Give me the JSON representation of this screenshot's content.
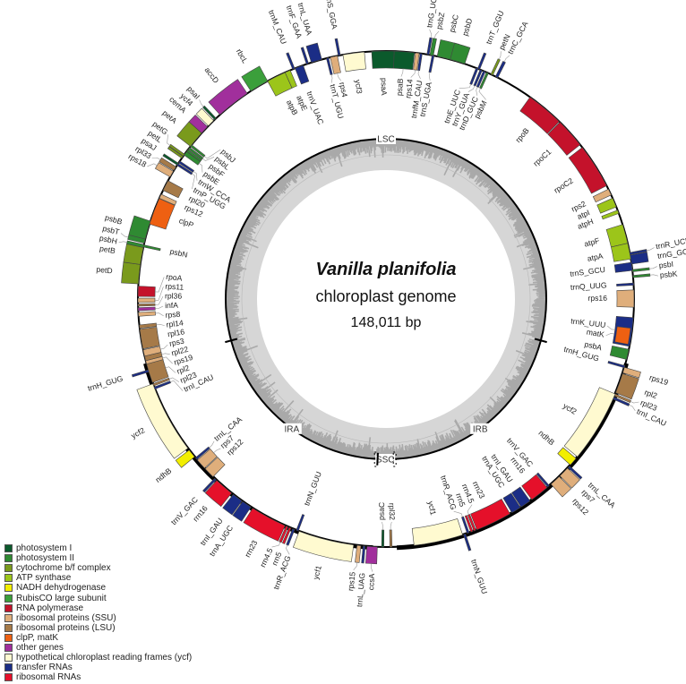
{
  "title": {
    "species": "Vanilla planifolia",
    "subtitle": "chloroplast genome",
    "size": "148,011 bp"
  },
  "genome": {
    "length_bp": 148011
  },
  "regions": [
    {
      "name": "LSC",
      "start": 104840,
      "end": 43170
    },
    {
      "name": "IRB",
      "start": 43170,
      "end": 72980
    },
    {
      "name": "SSC",
      "start": 72980,
      "end": 75240
    },
    {
      "name": "IRA",
      "start": 75240,
      "end": 104840
    }
  ],
  "groups": {
    "psi": {
      "label": "photosystem I",
      "color": "#0b5a2c"
    },
    "psii": {
      "label": "photosystem II",
      "color": "#2f8a32"
    },
    "cyt": {
      "label": "cytochrome b/f complex",
      "color": "#7a9a1c"
    },
    "atp": {
      "label": "ATP synthase",
      "color": "#9cc51a"
    },
    "ndh": {
      "label": "NADH dehydrogenase",
      "color": "#f2ee00"
    },
    "rbc": {
      "label": "RubisCO large subunit",
      "color": "#3b9f3b"
    },
    "rpo": {
      "label": "RNA polymerase",
      "color": "#c4122b"
    },
    "rps": {
      "label": "ribosomal proteins (SSU)",
      "color": "#dfae7b"
    },
    "rpl": {
      "label": "ribosomal proteins (LSU)",
      "color": "#a67a48"
    },
    "clp": {
      "label": "clpP, matK",
      "color": "#ee6012"
    },
    "oth": {
      "label": "other genes",
      "color": "#a12f9c"
    },
    "ycf": {
      "label": "hypothetical chloroplast reading frames (ycf)",
      "color": "#fffad0"
    },
    "trn": {
      "label": "transfer RNAs",
      "color": "#1b2d86"
    },
    "rrn": {
      "label": "ribosomal RNAs",
      "color": "#e5102a"
    }
  },
  "legend_order": [
    "psi",
    "psii",
    "cyt",
    "atp",
    "ndh",
    "rbc",
    "rpo",
    "rps",
    "rpl",
    "clp",
    "oth",
    "ycf",
    "trn",
    "rrn"
  ],
  "genes": [
    {
      "name": "psaA",
      "start": 146650,
      "end": 780,
      "strand": "+",
      "group": "psi"
    },
    {
      "name": "psaB",
      "start": 781,
      "end": 2714,
      "strand": "+",
      "group": "psi"
    },
    {
      "name": "rps14",
      "start": 2796,
      "end": 3166,
      "strand": "+",
      "group": "rps"
    },
    {
      "name": "trnfM_CAU",
      "start": 3289,
      "end": 3412,
      "strand": "+",
      "group": "trn"
    },
    {
      "name": "trnG_UCC",
      "start": 3947,
      "end": 4070,
      "strand": "-",
      "group": "trn"
    },
    {
      "name": "psbZ",
      "start": 4194,
      "end": 4523,
      "strand": "-",
      "group": "psii"
    },
    {
      "name": "trnS_UGA",
      "start": 4440,
      "end": 4564,
      "strand": "+",
      "group": "trn"
    },
    {
      "name": "psbC",
      "start": 4893,
      "end": 6578,
      "strand": "-",
      "group": "psii"
    },
    {
      "name": "psbD",
      "start": 6167,
      "end": 7606,
      "strand": "-",
      "group": "psii"
    },
    {
      "name": "trnT_GGU",
      "start": 8963,
      "end": 9086,
      "strand": "-",
      "group": "trn"
    },
    {
      "name": "trnE_UUC",
      "start": 8798,
      "end": 8922,
      "strand": "+",
      "group": "trn"
    },
    {
      "name": "trnY_GUA",
      "start": 9210,
      "end": 9333,
      "strand": "+",
      "group": "trn"
    },
    {
      "name": "trnD_GUC",
      "start": 9538,
      "end": 9662,
      "strand": "+",
      "group": "trn"
    },
    {
      "name": "psbM",
      "start": 9867,
      "end": 9991,
      "strand": "+",
      "group": "psii"
    },
    {
      "name": "petN",
      "start": 10320,
      "end": 10443,
      "strand": "-",
      "group": "cyt"
    },
    {
      "name": "trnC_GCA",
      "start": 10772,
      "end": 11019,
      "strand": "-",
      "group": "trn"
    },
    {
      "name": "rpoB",
      "start": 14595,
      "end": 18214,
      "strand": "+",
      "group": "rpo"
    },
    {
      "name": "rpoC1",
      "start": 18296,
      "end": 21174,
      "strand": "+",
      "group": "rpo"
    },
    {
      "name": "rpoC2",
      "start": 21503,
      "end": 25820,
      "strand": "+",
      "group": "rpo"
    },
    {
      "name": "rps2",
      "start": 26190,
      "end": 26806,
      "strand": "+",
      "group": "rps"
    },
    {
      "name": "atpI",
      "start": 27135,
      "end": 28040,
      "strand": "+",
      "group": "atp"
    },
    {
      "name": "atpH",
      "start": 28369,
      "end": 28698,
      "strand": "+",
      "group": "atp"
    },
    {
      "name": "atpF",
      "start": 29808,
      "end": 31658,
      "strand": "+",
      "group": "atp"
    },
    {
      "name": "atpA",
      "start": 31658,
      "end": 33179,
      "strand": "+",
      "group": "atp"
    },
    {
      "name": "trnR_UCU",
      "start": 32603,
      "end": 32727,
      "strand": "-",
      "group": "trn"
    },
    {
      "name": "trnG_GCC",
      "start": 32809,
      "end": 33672,
      "strand": "-",
      "group": "trn"
    },
    {
      "name": "trnS_GCU",
      "start": 33508,
      "end": 34289,
      "strand": "+",
      "group": "trn"
    },
    {
      "name": "psbI",
      "start": 34248,
      "end": 34371,
      "strand": "-",
      "group": "psii"
    },
    {
      "name": "psbK",
      "start": 34782,
      "end": 34947,
      "strand": "-",
      "group": "psii"
    },
    {
      "name": "trnQ_UUG",
      "start": 35522,
      "end": 35646,
      "strand": "+",
      "group": "trn"
    },
    {
      "name": "rps16",
      "start": 36139,
      "end": 37784,
      "strand": "+",
      "group": "rps"
    },
    {
      "name": "trnK_UUU",
      "start": 38771,
      "end": 41525,
      "strand": "+",
      "group": "trn"
    },
    {
      "name": "matK",
      "start": 39798,
      "end": 41361,
      "strand": "+",
      "group": "clp"
    },
    {
      "name": "psbA",
      "start": 41813,
      "end": 42800,
      "strand": "+",
      "group": "psii"
    },
    {
      "name": "trnH_GUG",
      "start": 43457,
      "end": 43581,
      "strand": "+",
      "group": "trn"
    },
    {
      "name": "rps19",
      "start": 43581,
      "end": 44115,
      "strand": "-",
      "group": "rps"
    },
    {
      "name": "rpl2",
      "start": 44197,
      "end": 46130,
      "strand": "-",
      "group": "rpl"
    },
    {
      "name": "rpl23",
      "start": 46253,
      "end": 46459,
      "strand": "-",
      "group": "rpl"
    },
    {
      "name": "trnI_CAU",
      "start": 46623,
      "end": 46747,
      "strand": "-",
      "group": "trn"
    },
    {
      "name": "ycf2",
      "start": 46253,
      "end": 53243,
      "strand": "+",
      "group": "ycf"
    },
    {
      "name": "ndhB",
      "start": 53448,
      "end": 54270,
      "strand": "+",
      "group": "ndh"
    },
    {
      "name": "trnL_CAA",
      "start": 54435,
      "end": 54558,
      "strand": "-",
      "group": "trn"
    },
    {
      "name": "rps7",
      "start": 54682,
      "end": 55709,
      "strand": "-",
      "group": "rps"
    },
    {
      "name": "rps12",
      "start": 55792,
      "end": 56860,
      "strand": "-",
      "group": "rps"
    },
    {
      "name": "trnV_GAC",
      "start": 57107,
      "end": 57231,
      "strand": "+",
      "group": "trn"
    },
    {
      "name": "rrn16",
      "start": 57354,
      "end": 59204,
      "strand": "+",
      "group": "rrn"
    },
    {
      "name": "trnI_GAU",
      "start": 59410,
      "end": 60438,
      "strand": "+",
      "group": "trn"
    },
    {
      "name": "trnA_UGC",
      "start": 60520,
      "end": 61465,
      "strand": "+",
      "group": "trn"
    },
    {
      "name": "rrn23",
      "start": 61671,
      "end": 65166,
      "strand": "+",
      "group": "rrn"
    },
    {
      "name": "rrn4.5",
      "start": 65289,
      "end": 65454,
      "strand": "+",
      "group": "rrn"
    },
    {
      "name": "rrn5",
      "start": 65577,
      "end": 65782,
      "strand": "+",
      "group": "rrn"
    },
    {
      "name": "trnR_ACG",
      "start": 65988,
      "end": 66111,
      "strand": "+",
      "group": "trn"
    },
    {
      "name": "trnN_GUU",
      "start": 66358,
      "end": 66481,
      "strand": "-",
      "group": "trn"
    },
    {
      "name": "ycf1",
      "start": 66605,
      "end": 71333,
      "strand": "+",
      "group": "ycf"
    },
    {
      "name": "rpl32",
      "start": 73471,
      "end": 73594,
      "strand": "+",
      "group": "rpl"
    },
    {
      "name": "psaC",
      "start": 74252,
      "end": 74375,
      "strand": "+",
      "group": "psi"
    },
    {
      "name": "ccsA",
      "start": 74827,
      "end": 75814,
      "strand": "-",
      "group": "oth"
    },
    {
      "name": "trnL_UAG",
      "start": 76020,
      "end": 76143,
      "strand": "-",
      "group": "trn"
    },
    {
      "name": "rps15",
      "start": 76390,
      "end": 76760,
      "strand": "-",
      "group": "rps"
    },
    {
      "name": "ycf1",
      "start": 77089,
      "end": 82434,
      "strand": "-",
      "group": "ycf"
    },
    {
      "name": "trnN_GUU",
      "start": 82557,
      "end": 82681,
      "strand": "+",
      "group": "trn"
    },
    {
      "name": "trnR_ACG",
      "start": 82926,
      "end": 83050,
      "strand": "-",
      "group": "trn"
    },
    {
      "name": "rrn5",
      "start": 83256,
      "end": 83461,
      "strand": "-",
      "group": "rrn"
    },
    {
      "name": "rrn4.5",
      "start": 83585,
      "end": 83750,
      "strand": "-",
      "group": "rrn"
    },
    {
      "name": "rrn23",
      "start": 83873,
      "end": 87367,
      "strand": "-",
      "group": "rrn"
    },
    {
      "name": "trnA_UGC",
      "start": 87573,
      "end": 88519,
      "strand": "-",
      "group": "trn"
    },
    {
      "name": "trnI_GAU",
      "start": 88601,
      "end": 89629,
      "strand": "-",
      "group": "trn"
    },
    {
      "name": "rrn16",
      "start": 89834,
      "end": 91684,
      "strand": "-",
      "group": "rrn"
    },
    {
      "name": "trnV_GAC",
      "start": 91807,
      "end": 91931,
      "strand": "-",
      "group": "trn"
    },
    {
      "name": "rps12",
      "start": 92178,
      "end": 93246,
      "strand": "+",
      "group": "rps"
    },
    {
      "name": "rps7",
      "start": 93329,
      "end": 94357,
      "strand": "+",
      "group": "rps"
    },
    {
      "name": "trnL_CAA",
      "start": 94480,
      "end": 94603,
      "strand": "+",
      "group": "trn"
    },
    {
      "name": "ndhB",
      "start": 94768,
      "end": 95590,
      "strand": "-",
      "group": "ndh"
    },
    {
      "name": "ycf2",
      "start": 95796,
      "end": 102785,
      "strand": "-",
      "group": "ycf"
    },
    {
      "name": "trnI_CAU",
      "start": 102293,
      "end": 102416,
      "strand": "+",
      "group": "trn"
    },
    {
      "name": "rpl23",
      "start": 102580,
      "end": 102785,
      "strand": "+",
      "group": "rpl"
    },
    {
      "name": "rpl2",
      "start": 102908,
      "end": 104841,
      "strand": "+",
      "group": "rpl"
    },
    {
      "name": "trnH_GUG",
      "start": 104019,
      "end": 104142,
      "strand": "-",
      "group": "trn"
    },
    {
      "name": "rps19",
      "start": 104758,
      "end": 105087,
      "strand": "+",
      "group": "rps"
    },
    {
      "name": "rpl22",
      "start": 105087,
      "end": 105539,
      "strand": "+",
      "group": "rpl"
    },
    {
      "name": "rps3",
      "start": 105539,
      "end": 106156,
      "strand": "+",
      "group": "rps"
    },
    {
      "name": "rpl16",
      "start": 106238,
      "end": 108130,
      "strand": "+",
      "group": "rpl"
    },
    {
      "name": "rpl14",
      "start": 108212,
      "end": 108541,
      "strand": "+",
      "group": "rpl"
    },
    {
      "name": "rps8",
      "start": 109363,
      "end": 109733,
      "strand": "+",
      "group": "rps"
    },
    {
      "name": "infA",
      "start": 109898,
      "end": 110186,
      "strand": "+",
      "group": "oth"
    },
    {
      "name": "rpl36",
      "start": 110350,
      "end": 110515,
      "strand": "+",
      "group": "rpl"
    },
    {
      "name": "rps11",
      "start": 110679,
      "end": 111090,
      "strand": "+",
      "group": "rps"
    },
    {
      "name": "rpoA",
      "start": 111254,
      "end": 112241,
      "strand": "+",
      "group": "rpo"
    },
    {
      "name": "petD",
      "start": 112447,
      "end": 114297,
      "strand": "-",
      "group": "cyt"
    },
    {
      "name": "petB",
      "start": 114297,
      "end": 115941,
      "strand": "-",
      "group": "cyt"
    },
    {
      "name": "psbH",
      "start": 115941,
      "end": 116229,
      "strand": "-",
      "group": "psii"
    },
    {
      "name": "psbN",
      "start": 116023,
      "end": 116147,
      "strand": "+",
      "group": "psii"
    },
    {
      "name": "psbT",
      "start": 116353,
      "end": 116764,
      "strand": "-",
      "group": "psii"
    },
    {
      "name": "psbB",
      "start": 116764,
      "end": 118532,
      "strand": "-",
      "group": "psii"
    },
    {
      "name": "clpP",
      "start": 118244,
      "end": 120834,
      "strand": "+",
      "group": "clp"
    },
    {
      "name": "rps12",
      "start": 120875,
      "end": 121286,
      "strand": "+",
      "group": "rps"
    },
    {
      "name": "rpl20",
      "start": 121697,
      "end": 122725,
      "strand": "+",
      "group": "rpl"
    },
    {
      "name": "rps18",
      "start": 123136,
      "end": 123753,
      "strand": "-",
      "group": "rps"
    },
    {
      "name": "rpl33",
      "start": 123835,
      "end": 124246,
      "strand": "-",
      "group": "rpl"
    },
    {
      "name": "psaJ",
      "start": 124493,
      "end": 124616,
      "strand": "-",
      "group": "psi"
    },
    {
      "name": "trnP_UGG",
      "start": 124452,
      "end": 124575,
      "strand": "+",
      "group": "trn"
    },
    {
      "name": "trnW_CCA",
      "start": 124739,
      "end": 124863,
      "strand": "+",
      "group": "trn"
    },
    {
      "name": "petL",
      "start": 125274,
      "end": 125398,
      "strand": "-",
      "group": "cyt"
    },
    {
      "name": "petG",
      "start": 125521,
      "end": 125644,
      "strand": "-",
      "group": "cyt"
    },
    {
      "name": "psbE",
      "start": 125603,
      "end": 126014,
      "strand": "+",
      "group": "psii"
    },
    {
      "name": "psbF",
      "start": 126055,
      "end": 126220,
      "strand": "+",
      "group": "psii"
    },
    {
      "name": "psbL",
      "start": 126343,
      "end": 126467,
      "strand": "+",
      "group": "psii"
    },
    {
      "name": "psbJ",
      "start": 126631,
      "end": 126796,
      "strand": "+",
      "group": "psii"
    },
    {
      "name": "petA",
      "start": 126631,
      "end": 128276,
      "strand": "-",
      "group": "cyt"
    },
    {
      "name": "cemA",
      "start": 128276,
      "end": 129096,
      "strand": "-",
      "group": "oth"
    },
    {
      "name": "ycf4",
      "start": 129220,
      "end": 129918,
      "strand": "-",
      "group": "ycf"
    },
    {
      "name": "psaI",
      "start": 130083,
      "end": 130206,
      "strand": "-",
      "group": "psi"
    },
    {
      "name": "accD",
      "start": 130743,
      "end": 134032,
      "strand": "-",
      "group": "oth"
    },
    {
      "name": "rbcL",
      "start": 134443,
      "end": 136293,
      "strand": "-",
      "group": "rbc"
    },
    {
      "name": "atpB",
      "start": 136293,
      "end": 138143,
      "strand": "+",
      "group": "atp"
    },
    {
      "name": "atpE",
      "start": 138143,
      "end": 138678,
      "strand": "+",
      "group": "atp"
    },
    {
      "name": "trnM_CAU",
      "start": 138965,
      "end": 139089,
      "strand": "-",
      "group": "trn"
    },
    {
      "name": "trnV_UAC",
      "start": 139171,
      "end": 139993,
      "strand": "+",
      "group": "trn"
    },
    {
      "name": "trnF_GAA",
      "start": 140363,
      "end": 140487,
      "strand": "-",
      "group": "trn"
    },
    {
      "name": "trnL_UAA",
      "start": 140815,
      "end": 141843,
      "strand": "-",
      "group": "trn"
    },
    {
      "name": "trnT_UGU",
      "start": 142337,
      "end": 142460,
      "strand": "+",
      "group": "trn"
    },
    {
      "name": "rps4",
      "start": 142666,
      "end": 143365,
      "strand": "+",
      "group": "rps"
    },
    {
      "name": "trnS_GGA",
      "start": 143488,
      "end": 143612,
      "strand": "-",
      "group": "trn"
    },
    {
      "name": "ycf3",
      "start": 143899,
      "end": 145955,
      "strand": "+",
      "group": "ycf"
    }
  ]
}
